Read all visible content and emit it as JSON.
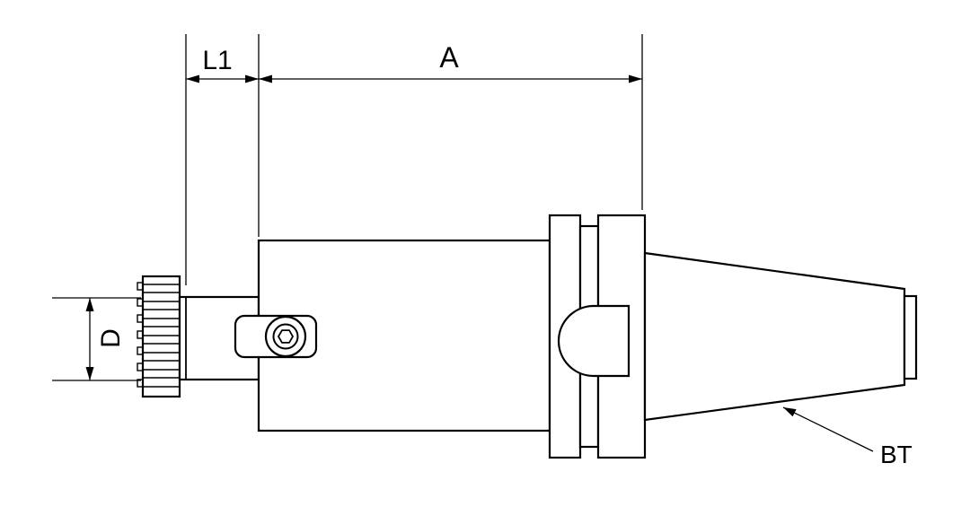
{
  "labels": {
    "l1": "L1",
    "a": "A",
    "d": "D",
    "bt": "BT"
  },
  "colors": {
    "line": "#000000",
    "background": "#ffffff"
  }
}
